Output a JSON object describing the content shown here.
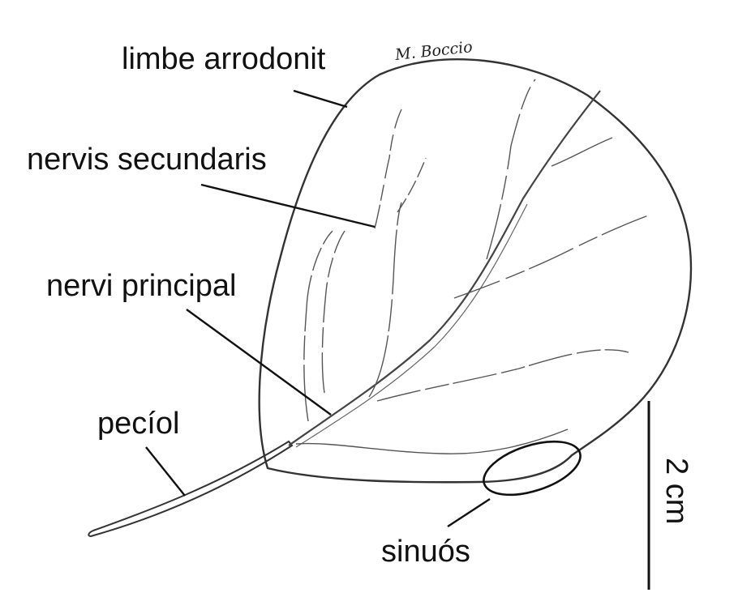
{
  "labels": {
    "blade": "limbe arrodonit",
    "secondary_veins": "nervis secundaris",
    "main_vein": "nervi principal",
    "petiole": "pecíol",
    "margin": "sinuós"
  },
  "signature": "M. Boccio",
  "scale_bar": {
    "label": "2 cm"
  },
  "colors": {
    "ink": "#111111",
    "line": "#333333",
    "background": "#ffffff"
  }
}
